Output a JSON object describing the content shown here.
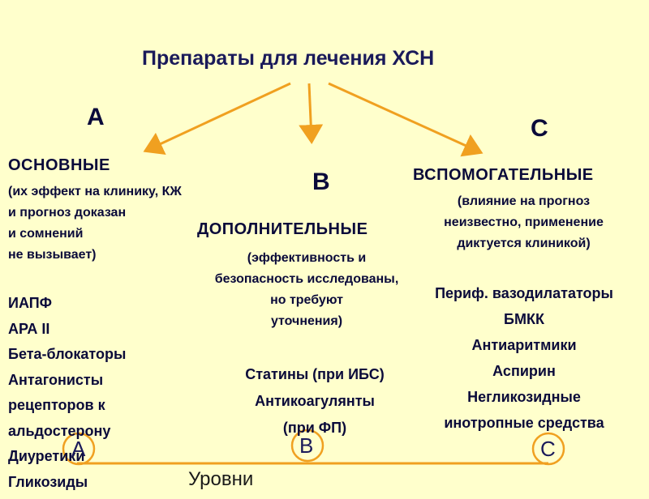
{
  "title": "Препараты для лечения ХСН",
  "colors": {
    "background": "#ffffcc",
    "arrow": "#f0a020",
    "text": "#0a0a3a"
  },
  "groups": {
    "a": {
      "letter": "А",
      "heading": "ОСНОВНЫЕ",
      "note_lines": [
        "(их эффект на клинику, КЖ",
        "и прогноз доказан",
        "и сомнений",
        "не вызывает)"
      ],
      "drugs": [
        "ИАПФ",
        "АРА II",
        "Бета-блокаторы",
        "Антагонисты",
        "рецепторов к",
        "альдостерону",
        "Диуретики",
        "Гликозиды"
      ]
    },
    "b": {
      "letter": "В",
      "heading": "ДОПОЛНИТЕЛЬНЫЕ",
      "note_lines": [
        "(эффективность и",
        "безопасность исследованы,",
        "но требуют",
        "уточнения)"
      ],
      "drugs": [
        "Статины (при ИБС)",
        "Антикоагулянты",
        "(при ФП)"
      ]
    },
    "c": {
      "letter": "С",
      "heading": "ВСПОМОГАТЕЛЬНЫЕ",
      "note_lines": [
        "(влияние на прогноз",
        "неизвестно, применение",
        "диктуется клиникой)"
      ],
      "drugs": [
        "Периф. вазодилататоры",
        "БМКК",
        "Антиаритмики",
        "Аспирин",
        "Негликозидные",
        "инотропные средства"
      ]
    }
  },
  "timeline": {
    "markers": [
      "А",
      "В",
      "С"
    ],
    "label": "Уровни"
  }
}
